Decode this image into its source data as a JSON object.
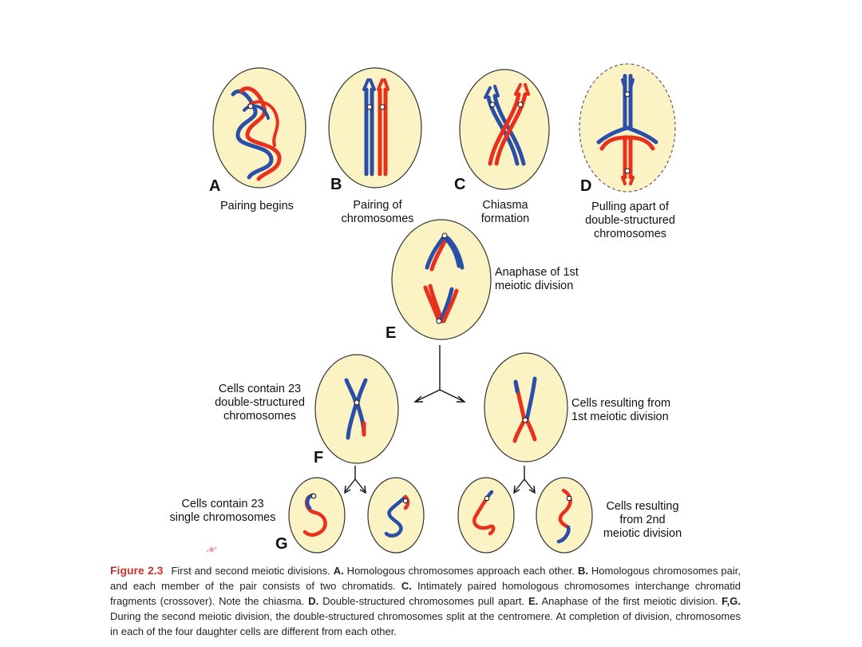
{
  "colors": {
    "cell_fill": "#fbf3c4",
    "blue": "#2a4fa8",
    "red": "#e8301c",
    "background": "#ffffff"
  },
  "panels": {
    "A": {
      "letter": "A",
      "label": "Pairing begins"
    },
    "B": {
      "letter": "B",
      "label_lines": [
        "Pairing of",
        "chromosomes"
      ]
    },
    "C": {
      "letter": "C",
      "label_lines": [
        "Chiasma",
        "formation"
      ]
    },
    "D": {
      "letter": "D",
      "label_lines": [
        "Pulling apart of",
        "double-structured",
        "chromosomes"
      ]
    },
    "E": {
      "letter": "E",
      "label_lines": [
        "Anaphase of 1st",
        "meiotic division"
      ]
    },
    "F": {
      "letter": "F",
      "left_label_lines": [
        "Cells contain 23",
        "double-structured",
        "chromosomes"
      ],
      "right_label_lines": [
        "Cells resulting from",
        "1st meiotic division"
      ]
    },
    "G": {
      "letter": "G",
      "left_label_lines": [
        "Cells contain 23",
        "single chromosomes"
      ],
      "right_label_lines": [
        "Cells resulting",
        "from 2nd",
        "meiotic division"
      ]
    }
  },
  "caption": {
    "figure_label": "Figure 2.3",
    "segments": [
      {
        "bold": false,
        "text": "First and second meiotic divisions. "
      },
      {
        "bold": true,
        "text": "A."
      },
      {
        "bold": false,
        "text": " Homologous chromosomes approach each other. "
      },
      {
        "bold": true,
        "text": "B."
      },
      {
        "bold": false,
        "text": " Homologous chromosomes pair, and each member of the pair consists of two chromatids. "
      },
      {
        "bold": true,
        "text": "C."
      },
      {
        "bold": false,
        "text": " Intimately paired homologous chromosomes interchange chromatid fragments (crossover). Note the chiasma. "
      },
      {
        "bold": true,
        "text": "D."
      },
      {
        "bold": false,
        "text": " Double-structured chromosomes pull apart. "
      },
      {
        "bold": true,
        "text": "E."
      },
      {
        "bold": false,
        "text": " Anaphase of the first meiotic division. "
      },
      {
        "bold": true,
        "text": "F,G."
      },
      {
        "bold": false,
        "text": " During the second meiotic division, the double-structured chromosomes split at the centromere. At completion of division, chromosomes in each of the four daughter cells are different from each other."
      }
    ]
  }
}
